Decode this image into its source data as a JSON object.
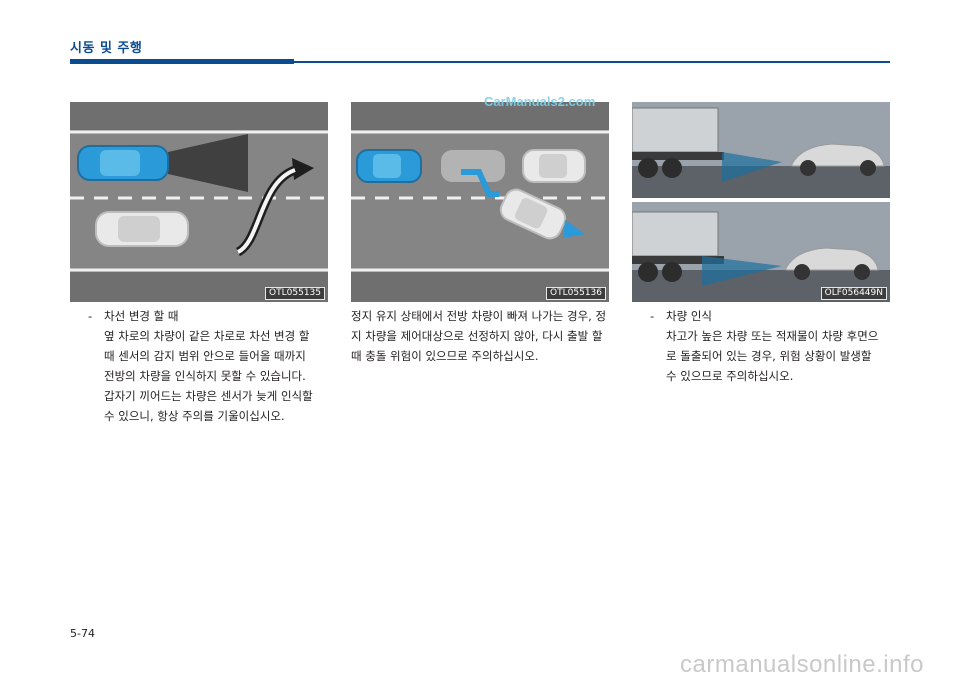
{
  "header": {
    "section_title": "시동 및 주행"
  },
  "watermarks": {
    "top": "CarManuals2.com",
    "bottom": "carmanualsonline.info"
  },
  "figures": [
    {
      "code": "OTL055135"
    },
    {
      "code": "OTL055136"
    },
    {
      "code": "OLF056449N"
    }
  ],
  "columns": {
    "left": {
      "dash": "-",
      "heading": "차선 변경 할 때",
      "lines": [
        "옆 차로의 차량이 같은 차로로 차선 변경 할",
        "때  센서의 감지 범위 안으로 들어올 때까지",
        "전방의 차량을 인식하지 못할 수 있습니다.",
        "갑자기 끼어드는 차량은 센서가 늦게 인식할",
        "수 있으니, 항상 주의를 기울이십시오."
      ]
    },
    "middle": {
      "lines": [
        "정지 유지 상태에서 전방 차량이 빠져 나가는 경우, 정",
        "지 차량을 제어대상으로 선정하지 않아, 다시 출발 할",
        "때 충돌 위험이 있으므로 주의하십시오."
      ]
    },
    "right": {
      "dash": "-",
      "heading": "차량 인식",
      "lines": [
        "차고가 높은 차량 또는 적재물이 차량 후면으",
        "로 돌출되어 있는 경우, 위험 상황이 발생할",
        "수 있으므로 주의하십시오."
      ]
    }
  },
  "footer": {
    "page_number": "5-74"
  },
  "colors": {
    "accent": "#0a4c8f",
    "road": "#7a7a7a",
    "own_car": "#2a9ad8"
  }
}
